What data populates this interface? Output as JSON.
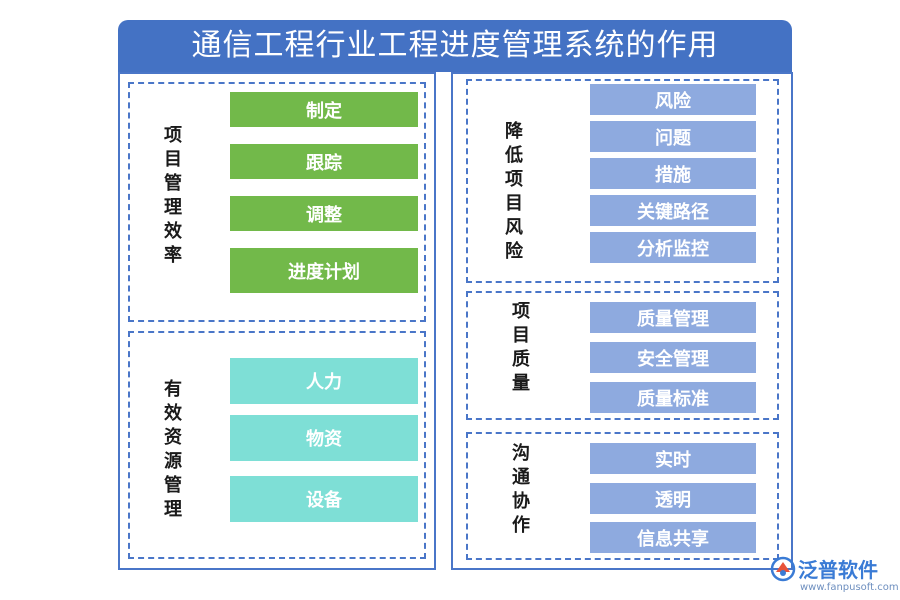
{
  "title": "通信工程行业工程进度管理系统的作用",
  "left": {
    "section1": {
      "label": "项目管理效率",
      "items": [
        "制定",
        "跟踪",
        "调整",
        "进度计划"
      ]
    },
    "section2": {
      "label": "有效资源管理",
      "items": [
        "人力",
        "物资",
        "设备"
      ]
    }
  },
  "right": {
    "section1": {
      "label": "降低项目风险",
      "items": [
        "风险",
        "问题",
        "措施",
        "关键路径",
        "分析监控"
      ]
    },
    "section2": {
      "label": "项目质量",
      "items": [
        "质量管理",
        "安全管理",
        "质量标准"
      ]
    },
    "section3": {
      "label": "沟通协作",
      "items": [
        "实时",
        "透明",
        "信息共享"
      ]
    }
  },
  "logo": {
    "name": "泛普软件",
    "url": "www.fanpusoft.com"
  },
  "colors": {
    "title_bg": "#4472c4",
    "border": "#4a76c8",
    "efficiency_boxes": "#72b94a",
    "resource_boxes": "#7edfd6",
    "right_boxes": "#8eaadf"
  }
}
